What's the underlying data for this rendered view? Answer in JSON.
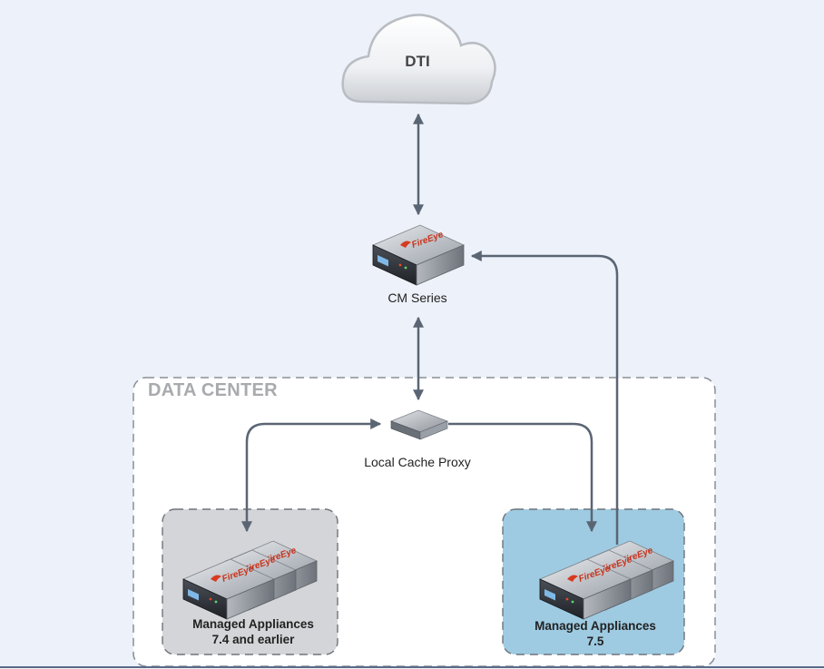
{
  "cloud": {
    "label": "DTI",
    "icon": "cloud-icon"
  },
  "cm_series": {
    "label": "CM Series",
    "icon": "server-appliance-icon",
    "brand": "FireEye"
  },
  "data_center": {
    "title": "DATA CENTER"
  },
  "local_cache_proxy": {
    "label": "Local Cache Proxy",
    "icon": "network-switch-icon"
  },
  "group_left": {
    "line1": "Managed Appliances",
    "line2": "7.4 and earlier",
    "icon": "appliance-stack-icon",
    "bg_color": "#d4d5d8"
  },
  "group_right": {
    "line1": "Managed Appliances",
    "line2": "7.5",
    "icon": "appliance-stack-icon",
    "bg_color": "#9ecbe2"
  },
  "colors": {
    "arrow": "#5a6574",
    "background": "#edf1f9",
    "dashed_border": "#8a8f96"
  }
}
